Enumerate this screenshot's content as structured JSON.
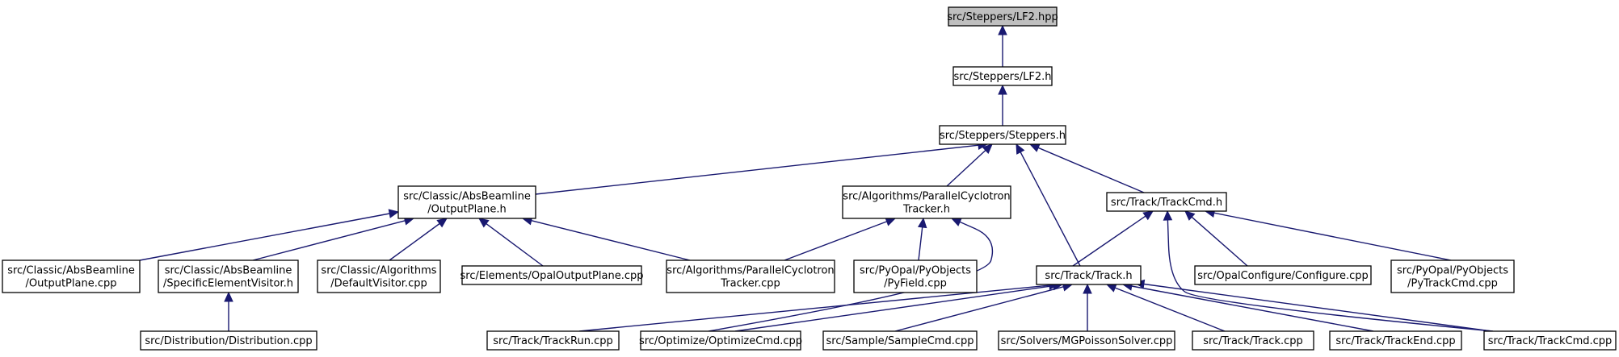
{
  "graph": {
    "edge_color": "#191970",
    "root_fill": "#bfbfbf",
    "nodes": {
      "lf2hpp": [
        "src/Steppers/LF2.hpp"
      ],
      "lf2h": [
        "src/Steppers/LF2.h"
      ],
      "steppers": [
        "src/Steppers/Steppers.h"
      ],
      "outputplane_h": [
        "src/Classic/AbsBeamline",
        "/OutputPlane.h"
      ],
      "pct_h": [
        "src/Algorithms/ParallelCyclotron",
        "Tracker.h"
      ],
      "trackcmd_h": [
        "src/Track/TrackCmd.h"
      ],
      "outputplane_cpp": [
        "src/Classic/AbsBeamline",
        "/OutputPlane.cpp"
      ],
      "sev_h": [
        "src/Classic/AbsBeamline",
        "/SpecificElementVisitor.h"
      ],
      "defaultvisitor": [
        "src/Classic/Algorithms",
        "/DefaultVisitor.cpp"
      ],
      "opaloutputplane": [
        "src/Elements/OpalOutputPlane.cpp"
      ],
      "pct_cpp": [
        "src/Algorithms/ParallelCyclotron",
        "Tracker.cpp"
      ],
      "pyfield": [
        "src/PyOpal/PyObjects",
        "/PyField.cpp"
      ],
      "track_h": [
        "src/Track/Track.h"
      ],
      "configure": [
        "src/OpalConfigure/Configure.cpp"
      ],
      "pytrackcmd": [
        "src/PyOpal/PyObjects",
        "/PyTrackCmd.cpp"
      ],
      "distribution": [
        "src/Distribution/Distribution.cpp"
      ],
      "trackrun": [
        "src/Track/TrackRun.cpp"
      ],
      "optimizecmd": [
        "src/Optimize/OptimizeCmd.cpp"
      ],
      "samplecmd": [
        "src/Sample/SampleCmd.cpp"
      ],
      "mgpoisson": [
        "src/Solvers/MGPoissonSolver.cpp"
      ],
      "track_cpp": [
        "src/Track/Track.cpp"
      ],
      "trackend": [
        "src/Track/TrackEnd.cpp"
      ],
      "trackcmd_cpp": [
        "src/Track/TrackCmd.cpp"
      ]
    },
    "edges": [
      [
        "lf2h",
        "lf2hpp"
      ],
      [
        "steppers",
        "lf2h"
      ],
      [
        "outputplane_h",
        "steppers"
      ],
      [
        "pct_h",
        "steppers"
      ],
      [
        "track_h",
        "steppers"
      ],
      [
        "trackcmd_h",
        "steppers"
      ],
      [
        "outputplane_cpp",
        "outputplane_h"
      ],
      [
        "sev_h",
        "outputplane_h"
      ],
      [
        "defaultvisitor",
        "outputplane_h"
      ],
      [
        "opaloutputplane",
        "outputplane_h"
      ],
      [
        "pct_cpp",
        "outputplane_h"
      ],
      [
        "pct_cpp",
        "pct_h"
      ],
      [
        "pyfield",
        "pct_h"
      ],
      [
        "optimizecmd",
        "pct_h"
      ],
      [
        "track_h",
        "trackcmd_h"
      ],
      [
        "configure",
        "trackcmd_h"
      ],
      [
        "pytrackcmd",
        "trackcmd_h"
      ],
      [
        "trackcmd_cpp",
        "trackcmd_h"
      ],
      [
        "distribution",
        "sev_h"
      ],
      [
        "trackrun",
        "track_h"
      ],
      [
        "optimizecmd",
        "track_h"
      ],
      [
        "samplecmd",
        "track_h"
      ],
      [
        "mgpoisson",
        "track_h"
      ],
      [
        "track_cpp",
        "track_h"
      ],
      [
        "trackend",
        "track_h"
      ],
      [
        "trackcmd_cpp",
        "track_h"
      ]
    ]
  }
}
